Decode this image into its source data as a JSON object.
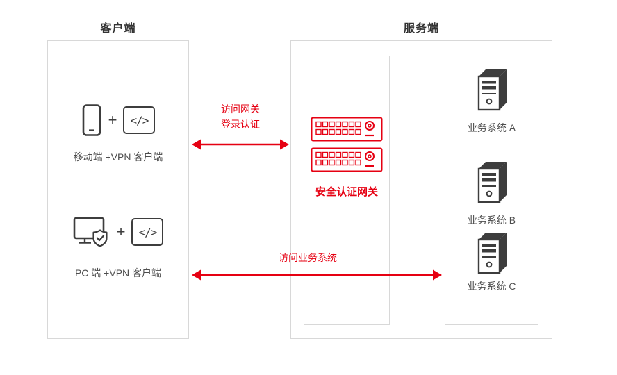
{
  "colors": {
    "accent": "#e60012",
    "icon_dark": "#3d3d3d",
    "text": "#4d4d4d",
    "border": "#d8d8d8"
  },
  "client": {
    "title": "客户端",
    "plus": "+",
    "items": [
      {
        "label": "移动端 +VPN 客户端"
      },
      {
        "label": "PC 端 +VPN 客户端"
      }
    ]
  },
  "server": {
    "title": "服务端",
    "gateway": {
      "label": "安全认证网关"
    },
    "systems": [
      {
        "label": "业务系统 A"
      },
      {
        "label": "业务系统 B"
      },
      {
        "label": "业务系统 C"
      }
    ]
  },
  "arrows": {
    "gateway_access": {
      "line1": "访问网关",
      "line2": "登录认证"
    },
    "business_access": {
      "label": "访问业务系统"
    }
  },
  "icons": {
    "code_glyph": "</>"
  }
}
